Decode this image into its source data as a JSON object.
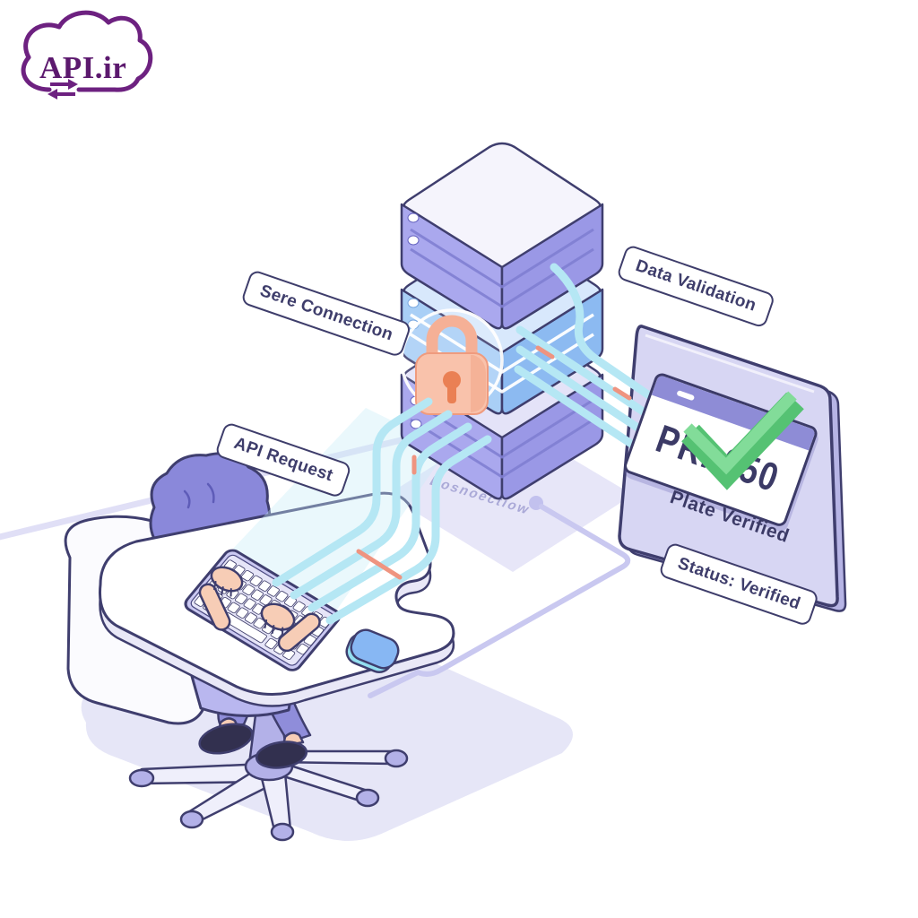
{
  "logo": {
    "brand": "API.ir",
    "icon": "transfer-arrows"
  },
  "flow_labels": {
    "secure_connection": "Sere Connection",
    "api_request": "API Request",
    "data_validation": "Data Validation",
    "status": "Status: Verified"
  },
  "verification_card": {
    "plate_number": "PRI 050",
    "caption": "Plate Verified"
  },
  "server_platform": {
    "watermark": "Dosnoectiow"
  },
  "icons": {
    "cloud": "cloud-outline",
    "transfer": "double-horizontal-arrows",
    "lock": "padlock",
    "check": "green-checkmark"
  },
  "colors": {
    "outline_navy": "#3f3e6e",
    "label_ink": "#3e3d6b",
    "logo_purple": "#6d2180",
    "server_purple": "#aaa8ee",
    "server_purple_dark": "#9a98e6",
    "server_blue": "#a9cff6",
    "server_blue_dark": "#8cbaf1",
    "lock_salmon": "#f9c2ab",
    "flow_cyan": "#b5e7f4",
    "accent_salmon": "#ef9480",
    "panel_lavender": "#d7d6f3",
    "plate_header": "#8e8cd6",
    "check_green": "#55c273",
    "floor_shadow": "#deddf4"
  }
}
